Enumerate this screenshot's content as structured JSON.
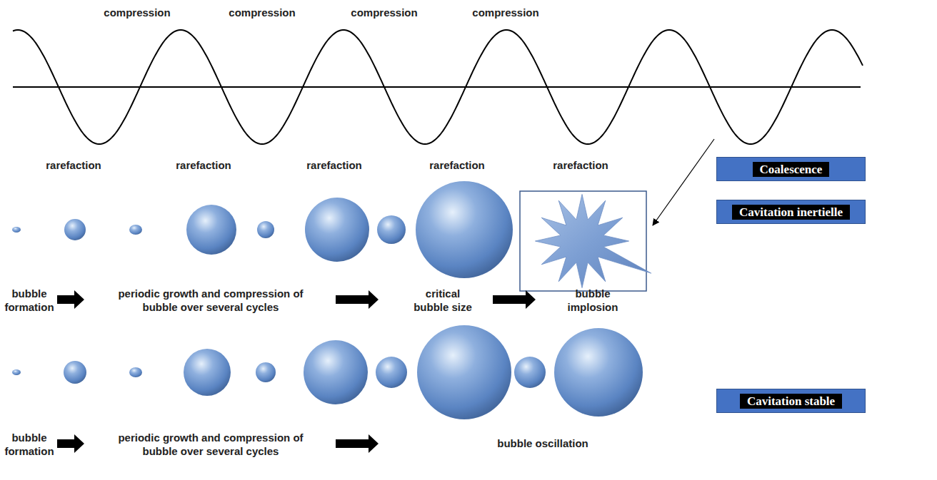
{
  "diagram": {
    "nodes": [
      {
        "text": [
          "Coalescence"
        ]
      },
      {
        "text": [
          "Cavitation inertielle"
        ]
      },
      {
        "text": [
          "Cavitation stable"
        ]
      }
    ],
    "labels": [
      "compression",
      "compression",
      "compression",
      "compression",
      "rarefaction",
      "rarefaction",
      "rarefaction",
      "rarefaction",
      "rarefaction",
      "bubble formation",
      "periodic growth and compression of bubble over several cycles",
      "critical bubble size",
      "bubble implosion",
      "bubble formation",
      "periodic growth and compression of bubble over several cycles",
      "bubble oscillation"
    ]
  }
}
